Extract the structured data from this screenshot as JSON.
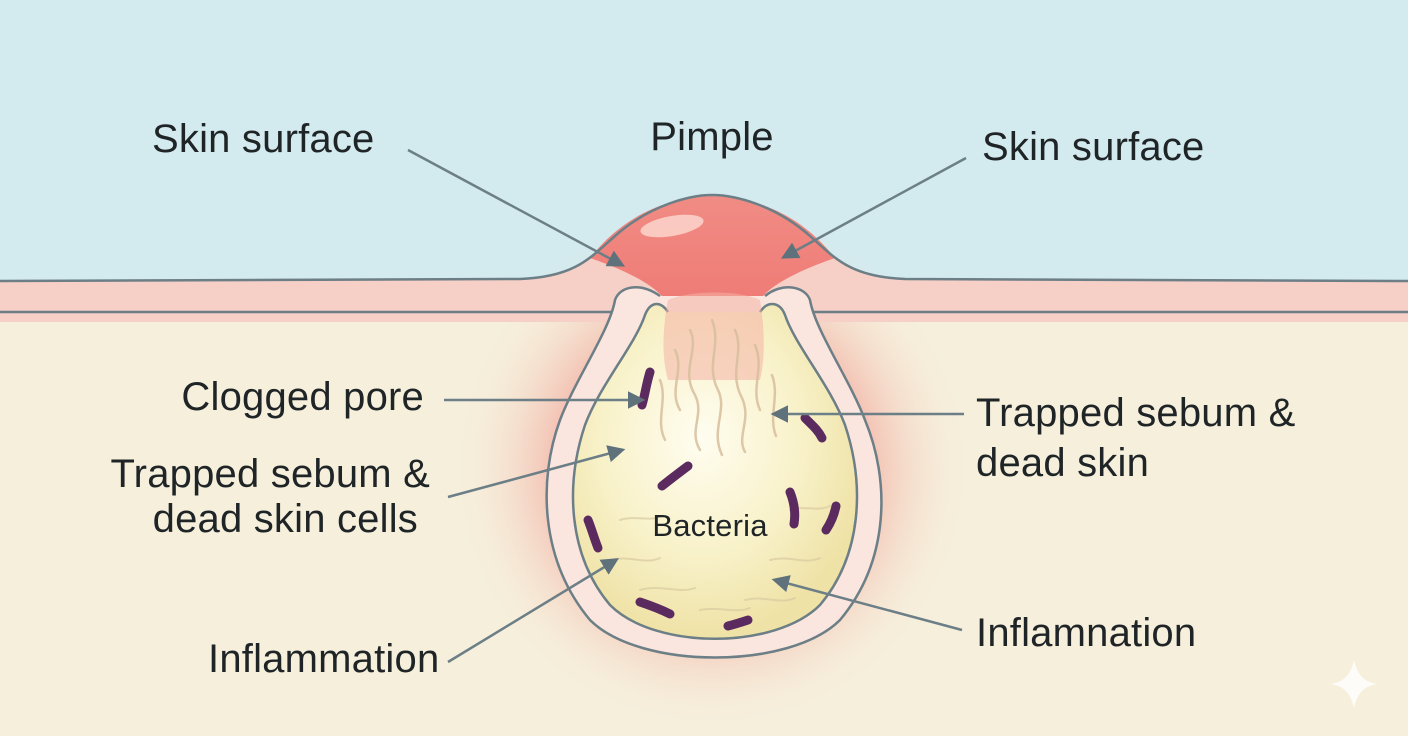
{
  "colors": {
    "sky": "#d3eaee",
    "dermis": "#f6efdc",
    "skin_band": "#f6cfc6",
    "outline": "#6c7e86",
    "inflammation": "#ef7f7a",
    "sebum": "#f7f0c4",
    "bacteria": "#5b2a5e",
    "arrow": "#6c7e86"
  },
  "labels": {
    "pimple": "Pimple",
    "skin_surface_left": "Skin surface",
    "skin_surface_right": "Skin surface",
    "clogged_pore": "Clogged pore",
    "trapped_left_line1": "Trapped sebum &",
    "trapped_left_line2": "dead skin cells",
    "trapped_right_line1": "Trapped sebum &",
    "trapped_right_line2": "dead skin",
    "bacteria": "Bacteria",
    "inflammation_left": "Inflammation",
    "inflammation_right": "Inflamnation"
  },
  "icons": {
    "watermark": "sparkle-icon"
  }
}
